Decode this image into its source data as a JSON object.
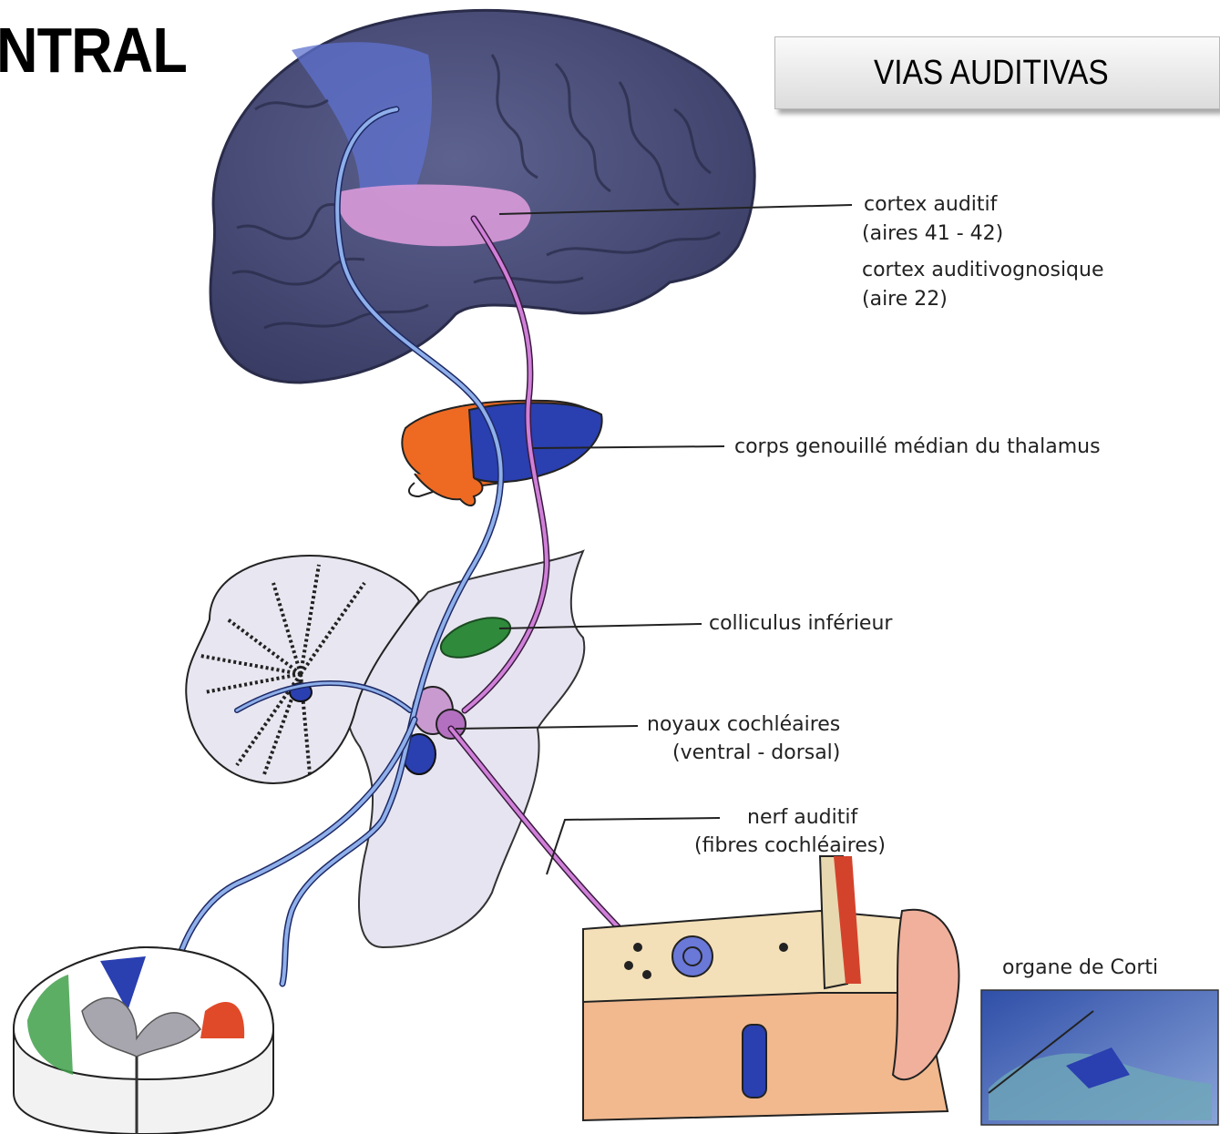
{
  "slide": {
    "title": "NTRAL",
    "section_label": "VIAS AUDITIVAS"
  },
  "diagram": {
    "labels": {
      "cortex_auditif": "cortex auditif",
      "aires_41_42": "(aires 41 - 42)",
      "cortex_auditivognosique": "cortex auditivognosique",
      "aire_22": "(aire 22)",
      "corps_genouille": "corps genouillé médian du thalamus",
      "colliculus": "colliculus inférieur",
      "noyaux_cochleaires": "noyaux cochléaires",
      "ventral_dorsal": "(ventral - dorsal)",
      "nerf_auditif": "nerf auditif",
      "fibres_cochleaires": "(fibres cochléaires)",
      "organe_corti": "organe de Corti"
    },
    "colors": {
      "brain": "#4a4f7e",
      "motor_strip": "#5a6bc4",
      "auditory_cortex": "#d49ad6",
      "thalamus_orange": "#ef6a22",
      "thalamus_blue": "#2a3fb0",
      "colliculus": "#2f8a3c",
      "auditory_pathway": "#b45ab8",
      "motor_pathway": "#6a8fd6",
      "brainstem": "#e4e2ee"
    }
  }
}
